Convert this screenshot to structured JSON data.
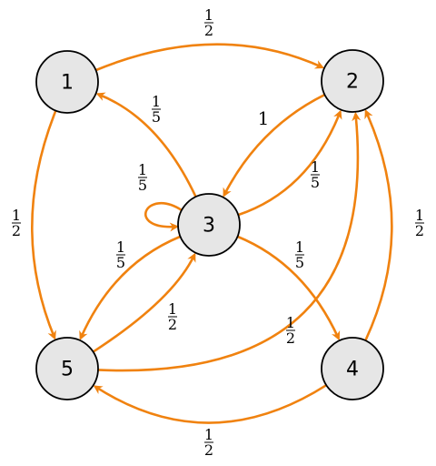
{
  "colors": {
    "edge": "#f0820f",
    "node_fill": "#e6e6e6",
    "node_stroke": "#000000"
  },
  "nodes": [
    {
      "id": "1",
      "label": "1"
    },
    {
      "id": "2",
      "label": "2"
    },
    {
      "id": "3",
      "label": "3"
    },
    {
      "id": "4",
      "label": "4"
    },
    {
      "id": "5",
      "label": "5"
    }
  ],
  "edges": [
    {
      "from": "1",
      "to": "2",
      "weight": {
        "num": "1",
        "den": "2"
      }
    },
    {
      "from": "1",
      "to": "5",
      "weight": {
        "num": "1",
        "den": "2"
      }
    },
    {
      "from": "2",
      "to": "3",
      "weight": {
        "num": "1",
        "den": ""
      }
    },
    {
      "from": "3",
      "to": "1",
      "weight": {
        "num": "1",
        "den": "5"
      }
    },
    {
      "from": "3",
      "to": "2",
      "weight": {
        "num": "1",
        "den": "5"
      }
    },
    {
      "from": "3",
      "to": "3",
      "weight": {
        "num": "1",
        "den": "5"
      }
    },
    {
      "from": "3",
      "to": "5",
      "weight": {
        "num": "1",
        "den": "5"
      }
    },
    {
      "from": "3",
      "to": "4",
      "weight": {
        "num": "1",
        "den": "5"
      }
    },
    {
      "from": "5",
      "to": "3",
      "weight": {
        "num": "1",
        "den": "2"
      }
    },
    {
      "from": "5",
      "to": "2",
      "weight": {
        "num": "1",
        "den": "2"
      }
    },
    {
      "from": "4",
      "to": "2",
      "weight": {
        "num": "1",
        "den": "2"
      }
    },
    {
      "from": "4",
      "to": "5",
      "weight": {
        "num": "1",
        "den": "2"
      }
    }
  ]
}
